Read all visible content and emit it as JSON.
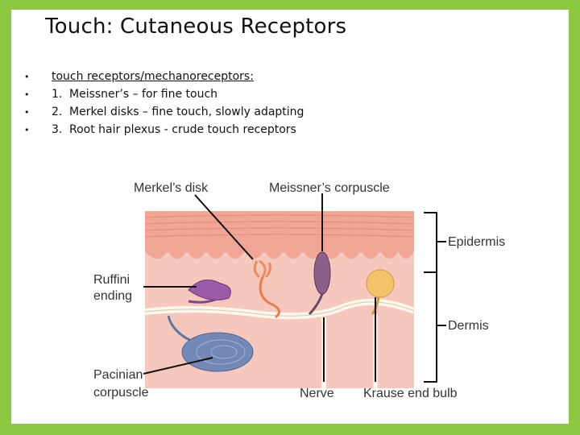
{
  "slide": {
    "title": "Touch: Cutaneous Receptors",
    "bullets": [
      {
        "type": "header",
        "text": "touch receptors/mechanoreceptors:"
      },
      {
        "type": "item",
        "num": "1.",
        "text": "Meissner’s – for fine touch"
      },
      {
        "type": "item",
        "num": "2.",
        "text": "Merkel disks  – fine touch, slowly adapting"
      },
      {
        "type": "item",
        "num": "3.",
        "text": "Root hair plexus  - crude touch receptors"
      }
    ],
    "bullet_glyph": "•"
  },
  "figure": {
    "labels": {
      "merkels_disk": "Merkel’s disk",
      "meissners_corpuscle": "Meissner’s corpuscle",
      "epidermis": "Epidermis",
      "dermis": "Dermis",
      "ruffini_1": "Ruffini",
      "ruffini_2": "ending",
      "pacinian_1": "Pacinian",
      "pacinian_2": "corpuscle",
      "nerve": "Nerve",
      "krause": "Krause end bulb"
    },
    "colors": {
      "background": "#8dc63f",
      "epidermis": "#f3b3a4",
      "dermis": "#f6c7bc",
      "nerve": "#f2ecd9",
      "ruffini": "#9b5ba8",
      "pacinian": "#7289b6",
      "meissner": "#8e5e8a",
      "merkel": "#f08a5a",
      "krause": "#f2c46a"
    }
  }
}
